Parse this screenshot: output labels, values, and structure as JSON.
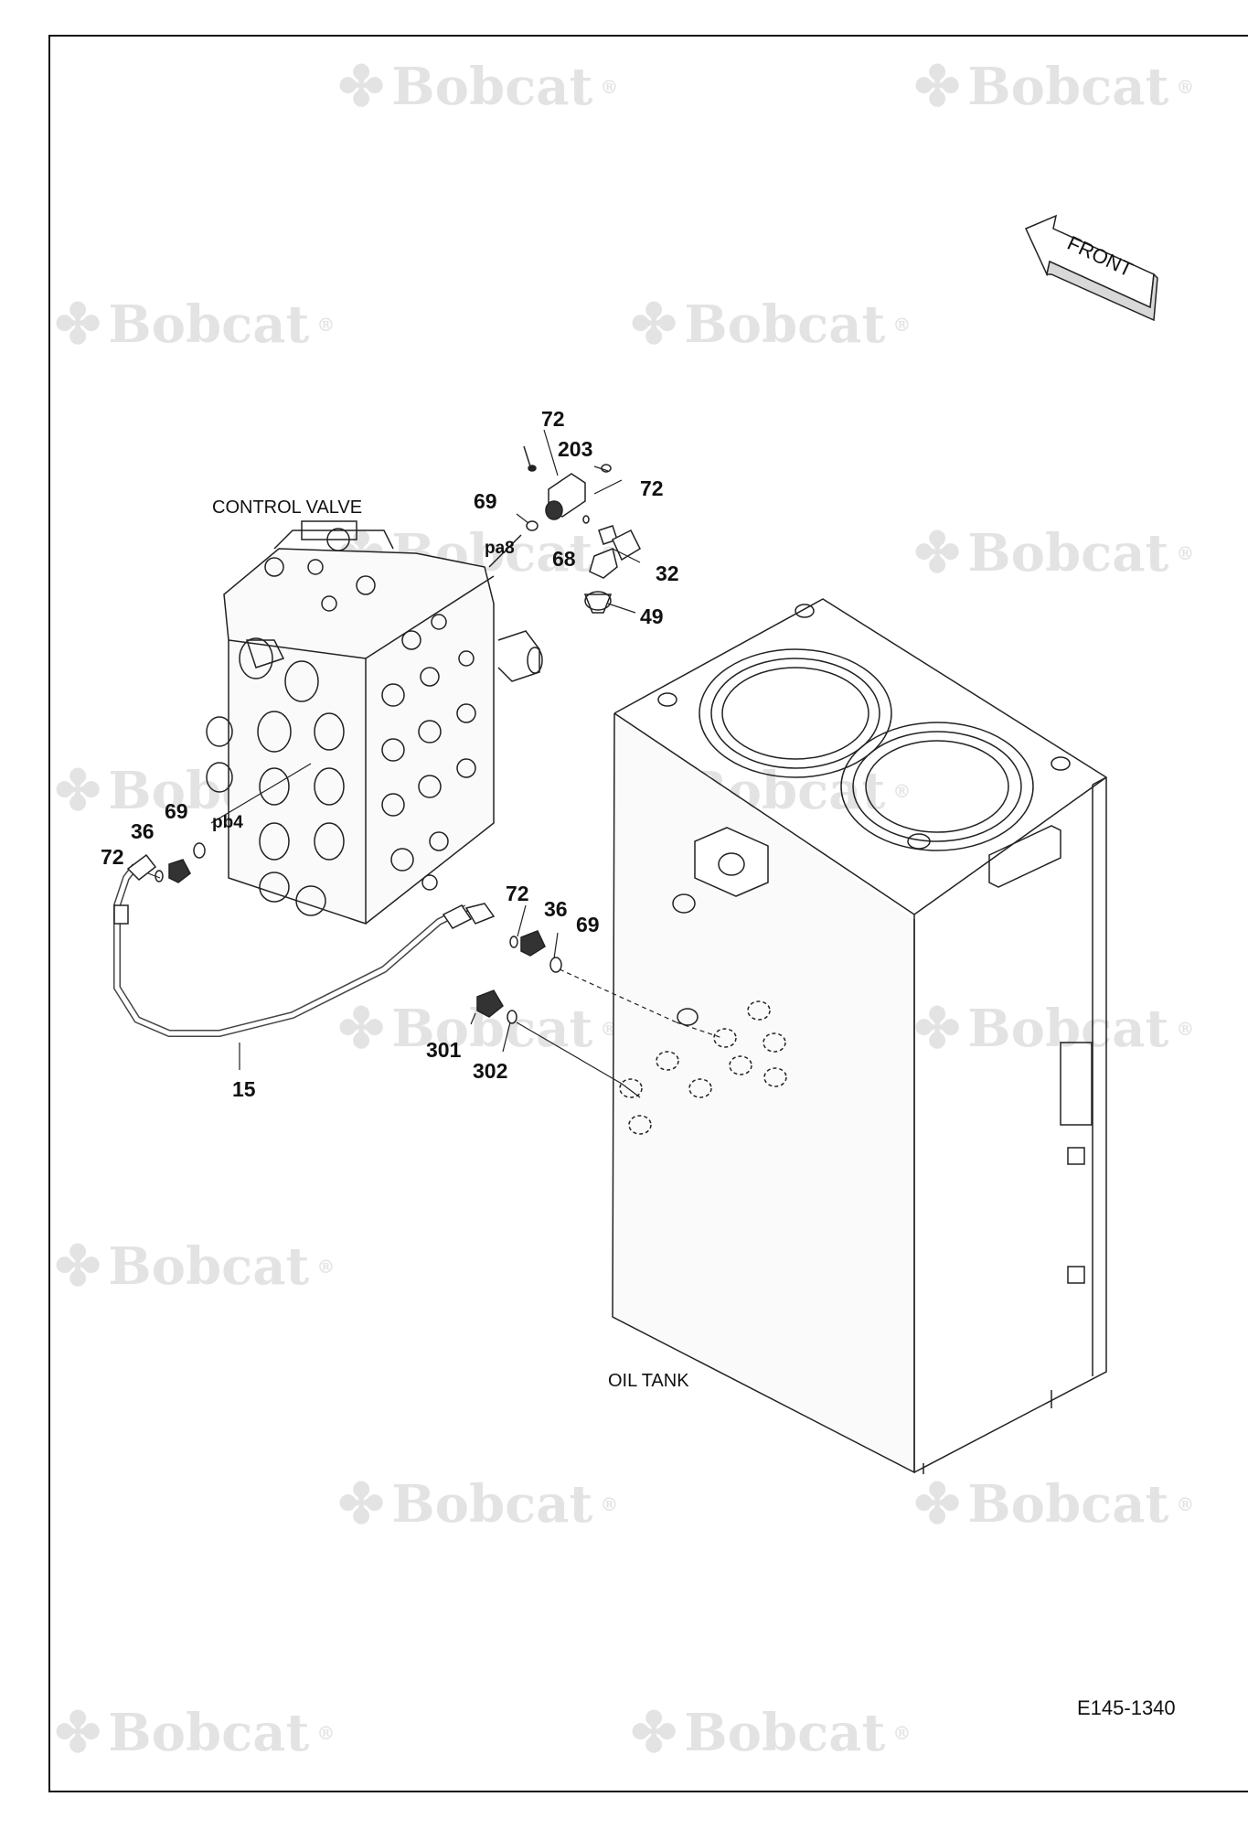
{
  "watermark": {
    "brand": "Bobcat",
    "mark": "®"
  },
  "labels": {
    "control_valve": "CONTROL VALVE",
    "oil_tank": "OIL TANK",
    "front": "FRONT",
    "drawing_number": "E145-1340"
  },
  "ports": {
    "pa8": "pa8",
    "pb4": "pb4"
  },
  "callouts": {
    "c72_top": "72",
    "c203": "203",
    "c72_right": "72",
    "c69_top": "69",
    "c68": "68",
    "c32": "32",
    "c49": "49",
    "c69_left": "69",
    "c36_left": "36",
    "c72_left": "72",
    "c72_mid": "72",
    "c36_mid": "36",
    "c69_mid": "69",
    "c301": "301",
    "c302": "302",
    "c15": "15"
  }
}
